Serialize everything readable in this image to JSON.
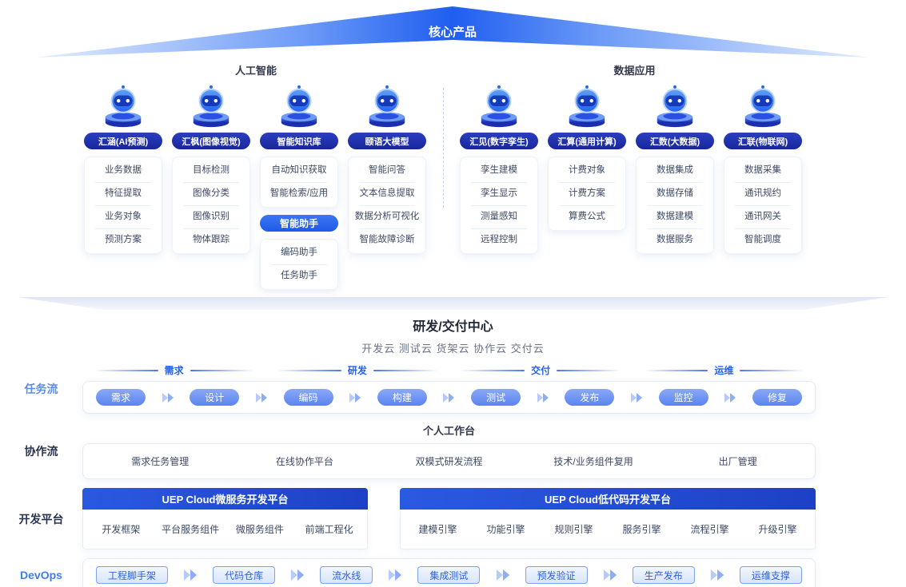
{
  "colors": {
    "primary": "#2563eb",
    "badge_navy": "#1e2fa8"
  },
  "header": {
    "banner": "核心产品",
    "section_left": "人工智能",
    "section_right": "数据应用"
  },
  "products": [
    {
      "name": "汇涵(AI预测)",
      "items": [
        "业务数据",
        "特征提取",
        "业务对象",
        "预测方案"
      ]
    },
    {
      "name": "汇枫(图像视觉)",
      "items": [
        "目标检测",
        "图像分类",
        "图像识别",
        "物体跟踪"
      ]
    },
    {
      "name": "智能知识库",
      "items": [
        "自动知识获取",
        "智能检索/应用"
      ],
      "sub": {
        "name": "智能助手",
        "items": [
          "编码助手",
          "任务助手"
        ]
      }
    },
    {
      "name": "颐语大模型",
      "items": [
        "智能问答",
        "文本信息提取",
        "数据分析可视化",
        "智能故障诊断"
      ]
    },
    {
      "name": "汇见(数字孪生)",
      "items": [
        "孪生建模",
        "孪生显示",
        "测量感知",
        "远程控制"
      ]
    },
    {
      "name": "汇算(通用计算)",
      "items": [
        "计费对象",
        "计费方案",
        "算费公式"
      ]
    },
    {
      "name": "汇数(大数据)",
      "items": [
        "数据集成",
        "数据存储",
        "数据建模",
        "数据服务"
      ]
    },
    {
      "name": "汇联(物联网)",
      "items": [
        "数据采集",
        "通讯规约",
        "通讯网关",
        "智能调度"
      ]
    }
  ],
  "delivery": {
    "title": "研发/交付中心",
    "subtitle": "开发云 测试云 货架云 协作云 交付云"
  },
  "task_flow": {
    "label": "任务流",
    "groups": [
      "需求",
      "研发",
      "交付",
      "运维"
    ],
    "steps": [
      "需求",
      "设计",
      "编码",
      "构建",
      "测试",
      "发布",
      "监控",
      "修复"
    ]
  },
  "collab_flow": {
    "label": "协作流",
    "header": "个人工作台",
    "items": [
      "需求任务管理",
      "在线协作平台",
      "双模式研发流程",
      "技术/业务组件复用",
      "出厂管理"
    ]
  },
  "dev_platform": {
    "label": "开发平台",
    "platforms": [
      {
        "title": "UEP Cloud微服务开发平台",
        "items": [
          "开发框架",
          "平台服务组件",
          "微服务组件",
          "前端工程化"
        ]
      },
      {
        "title": "UEP Cloud低代码开发平台",
        "items": [
          "建模引擎",
          "功能引擎",
          "规则引擎",
          "服务引擎",
          "流程引擎",
          "升级引擎"
        ]
      }
    ]
  },
  "devops": {
    "label": "DevOps",
    "steps": [
      "工程脚手架",
      "代码仓库",
      "流水线",
      "集成测试",
      "预发验证",
      "生产发布",
      "运维支撑"
    ]
  }
}
